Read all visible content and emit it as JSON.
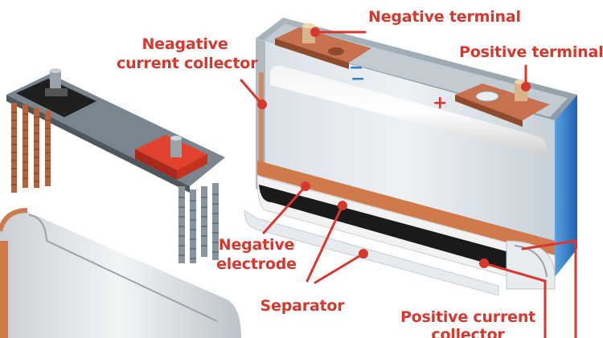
{
  "labels": {
    "negative_terminal": "Negative terminal",
    "positive_terminal": "Positive terminal",
    "negative_current_collector_line1": "Neagative",
    "negative_current_collector_line2": "current collector",
    "negative_electrode_line1": "Negative",
    "negative_electrode_line2": "electrode",
    "separator": "Separator",
    "positive_current_collector_line1": "Positive current",
    "positive_current_collector_line2": "collector"
  },
  "symbols": {
    "minus": "−",
    "plus": "+"
  },
  "colors": {
    "label_red": "#d7372c",
    "copper": "#c8714e",
    "case_blue": "#2f7fd0",
    "case_gray": "#b9c3cc",
    "electrode_black": "#1a1a1a",
    "terminal_red": "#e2432e"
  },
  "icons": {
    "cell_illustration": "battery-cell-exploded-illustration",
    "callout_dot": "callout-dot-marker"
  }
}
